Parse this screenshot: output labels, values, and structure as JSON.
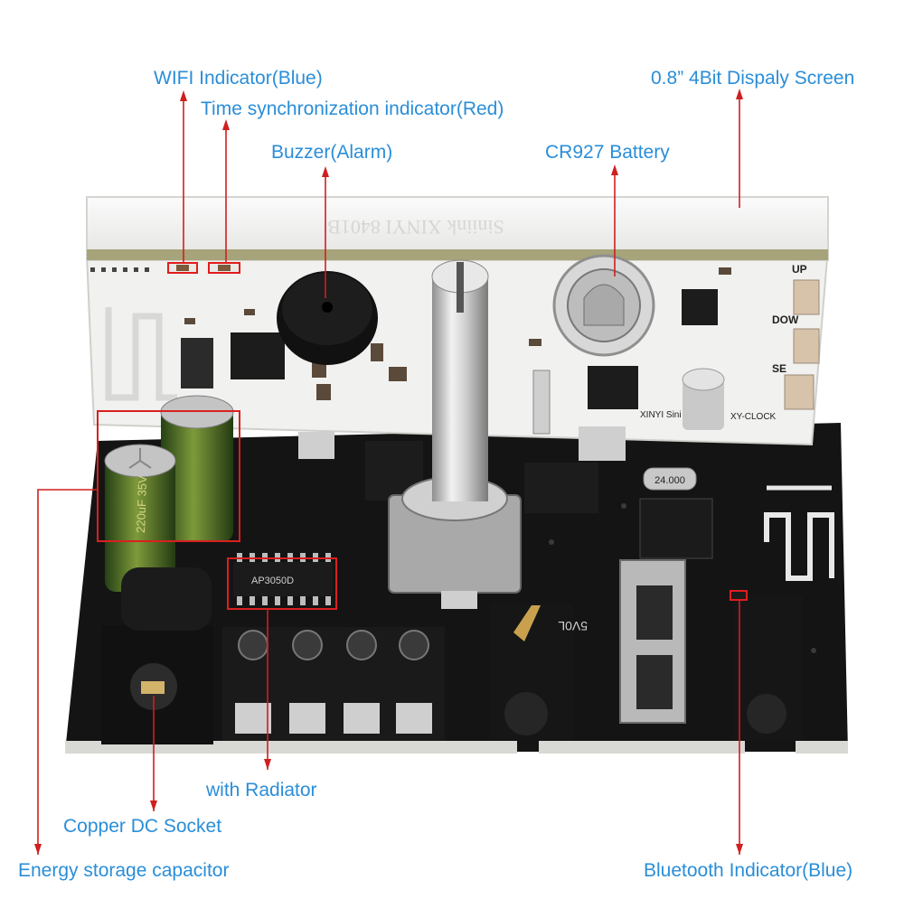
{
  "board": {
    "silkscreen_top": "Siniink XINYI 8401B",
    "crystal_marking": "24.000",
    "driver_chip_marking": "AP3050D",
    "capacitor_marking": "220uF 35V",
    "label_up": "UP",
    "label_down": "DOW",
    "label_set": "SE",
    "label_clock": "XY-CLOCK",
    "label_brand_small": "XINYI Sini",
    "label_usb": "5V0L"
  },
  "callouts": {
    "wifi": "WIFI Indicator(Blue)",
    "time_sync": "Time synchronization indicator(Red)",
    "buzzer": "Buzzer(Alarm)",
    "battery": "CR927 Battery",
    "display": "0.8” 4Bit Dispaly Screen",
    "radiator": "with Radiator",
    "dc_socket": "Copper DC Socket",
    "capacitor": "Energy storage capacitor",
    "bluetooth": "Bluetooth Indicator(Blue)"
  },
  "colors": {
    "callout_text": "#2a8ed8",
    "leader_line": "#d01f1f",
    "pcb_black": "#141414",
    "pcb_white": "#f1f1ef"
  }
}
